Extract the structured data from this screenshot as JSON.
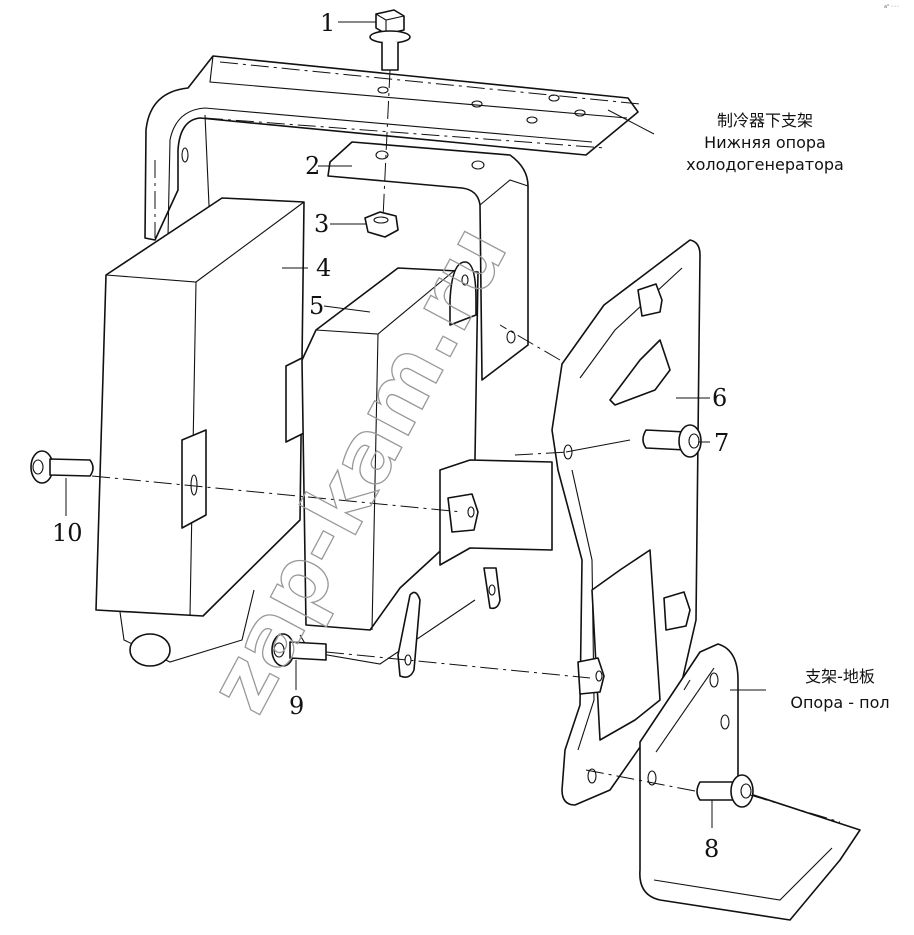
{
  "callouts": {
    "n1": "1",
    "n2": "2",
    "n3": "3",
    "n4": "4",
    "n5": "5",
    "n6": "6",
    "n7": "7",
    "n8": "8",
    "n9": "9",
    "n10": "10"
  },
  "labels": {
    "upper_bracket_cn": "制冷器下支架",
    "upper_bracket_ru_1": "Нижняя опора",
    "upper_bracket_ru_2": "холодогенератора",
    "floor_bracket_cn": "支架-地板",
    "floor_bracket_ru": "Опора - пол"
  },
  "watermark": "zap-kam.ru",
  "corner_mark": "a⁰ ◦◦◦"
}
